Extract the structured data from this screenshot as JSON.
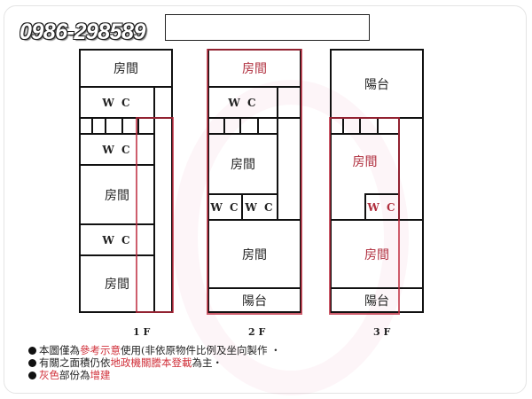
{
  "header": {
    "phone": "0986-298589"
  },
  "labels": {
    "room": "房間",
    "wc": "W C",
    "balcony": "陽台"
  },
  "floors": [
    {
      "label": "1 F"
    },
    {
      "label": "2 F"
    },
    {
      "label": "3 F"
    }
  ],
  "notes": [
    {
      "parts": [
        {
          "t": "本圖僅為",
          "hl": false
        },
        {
          "t": "參考示意",
          "hl": true
        },
        {
          "t": "使用(非依原物件比例及坐向製作 ‧",
          "hl": false
        }
      ]
    },
    {
      "parts": [
        {
          "t": "有關之面積仍依",
          "hl": false
        },
        {
          "t": "地政機關謄本登載",
          "hl": true
        },
        {
          "t": "為主‧",
          "hl": false
        }
      ]
    },
    {
      "parts": [
        {
          "t": "灰色",
          "hl": true
        },
        {
          "t": "部份為",
          "hl": false
        },
        {
          "t": "增建",
          "hl": true
        }
      ]
    }
  ],
  "colors": {
    "highlight": "#d0303a",
    "line": "#111111"
  }
}
